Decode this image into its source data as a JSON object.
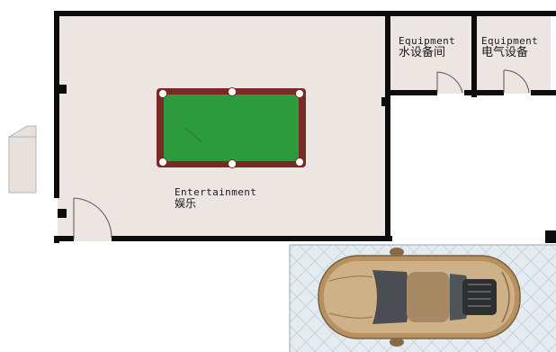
{
  "rooms": {
    "entertainment": {
      "label_en": "Entertainment",
      "label_zh": "娱乐",
      "floor_color": "#ece5e1"
    },
    "equipment_water": {
      "label_en": "Equipment",
      "label_zh": "水设备间",
      "floor_color": "#ece5e1"
    },
    "equipment_electric": {
      "label_en": "Equipment",
      "label_zh": "电气设备",
      "floor_color": "#ece5e1"
    }
  },
  "colors": {
    "wall": "#0c0c0c",
    "billiard_felt": "#2e9a3e",
    "billiard_rail": "#7a2a25",
    "garage_floor": "#dfe7ee",
    "car_body": "#c9a97c"
  },
  "icons": [
    "billiard-table-icon",
    "car-icon",
    "door-swing-icon"
  ]
}
